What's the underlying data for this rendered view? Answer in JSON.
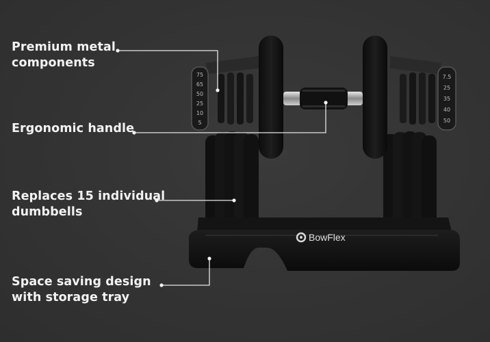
{
  "callouts": [
    {
      "line1": "Premium metal",
      "line2": "components"
    },
    {
      "line1": "Ergonomic handle",
      "line2": ""
    },
    {
      "line1": "Replaces 15 individual",
      "line2": "dumbbells"
    },
    {
      "line1": "Space saving design",
      "line2": "with storage tray"
    }
  ],
  "brand": {
    "name": "BowFlex"
  },
  "dial_numbers": {
    "left": [
      "75",
      "65",
      "50",
      "25",
      "10",
      "5"
    ],
    "right": [
      "7.5",
      "25",
      "35",
      "40",
      "50"
    ]
  },
  "colors": {
    "background": "#333333",
    "text": "#f2f2f2",
    "leader": "#e6e6e6"
  }
}
